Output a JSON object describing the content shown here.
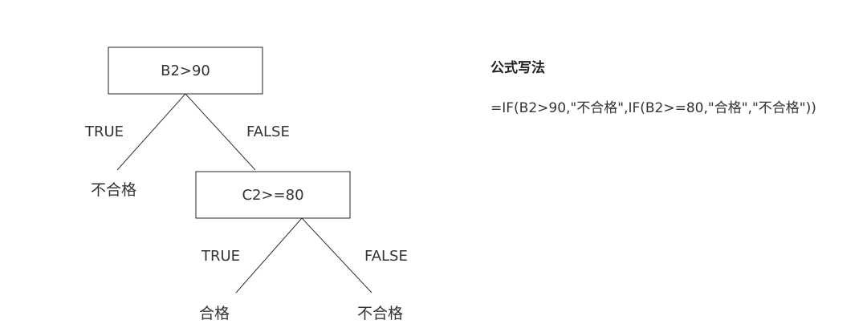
{
  "diagram": {
    "root": {
      "condition": "B2>90",
      "true_label": "TRUE",
      "false_label": "FALSE",
      "true_result": "不合格"
    },
    "child": {
      "condition": "C2>=80",
      "true_label": "TRUE",
      "false_label": "FALSE",
      "true_result": "合格",
      "false_result": "不合格"
    }
  },
  "formula": {
    "title": "公式写法",
    "text": "=IF(B2>90,\"不合格\",IF(B2>=80,\"合格\",\"不合格\"))"
  }
}
